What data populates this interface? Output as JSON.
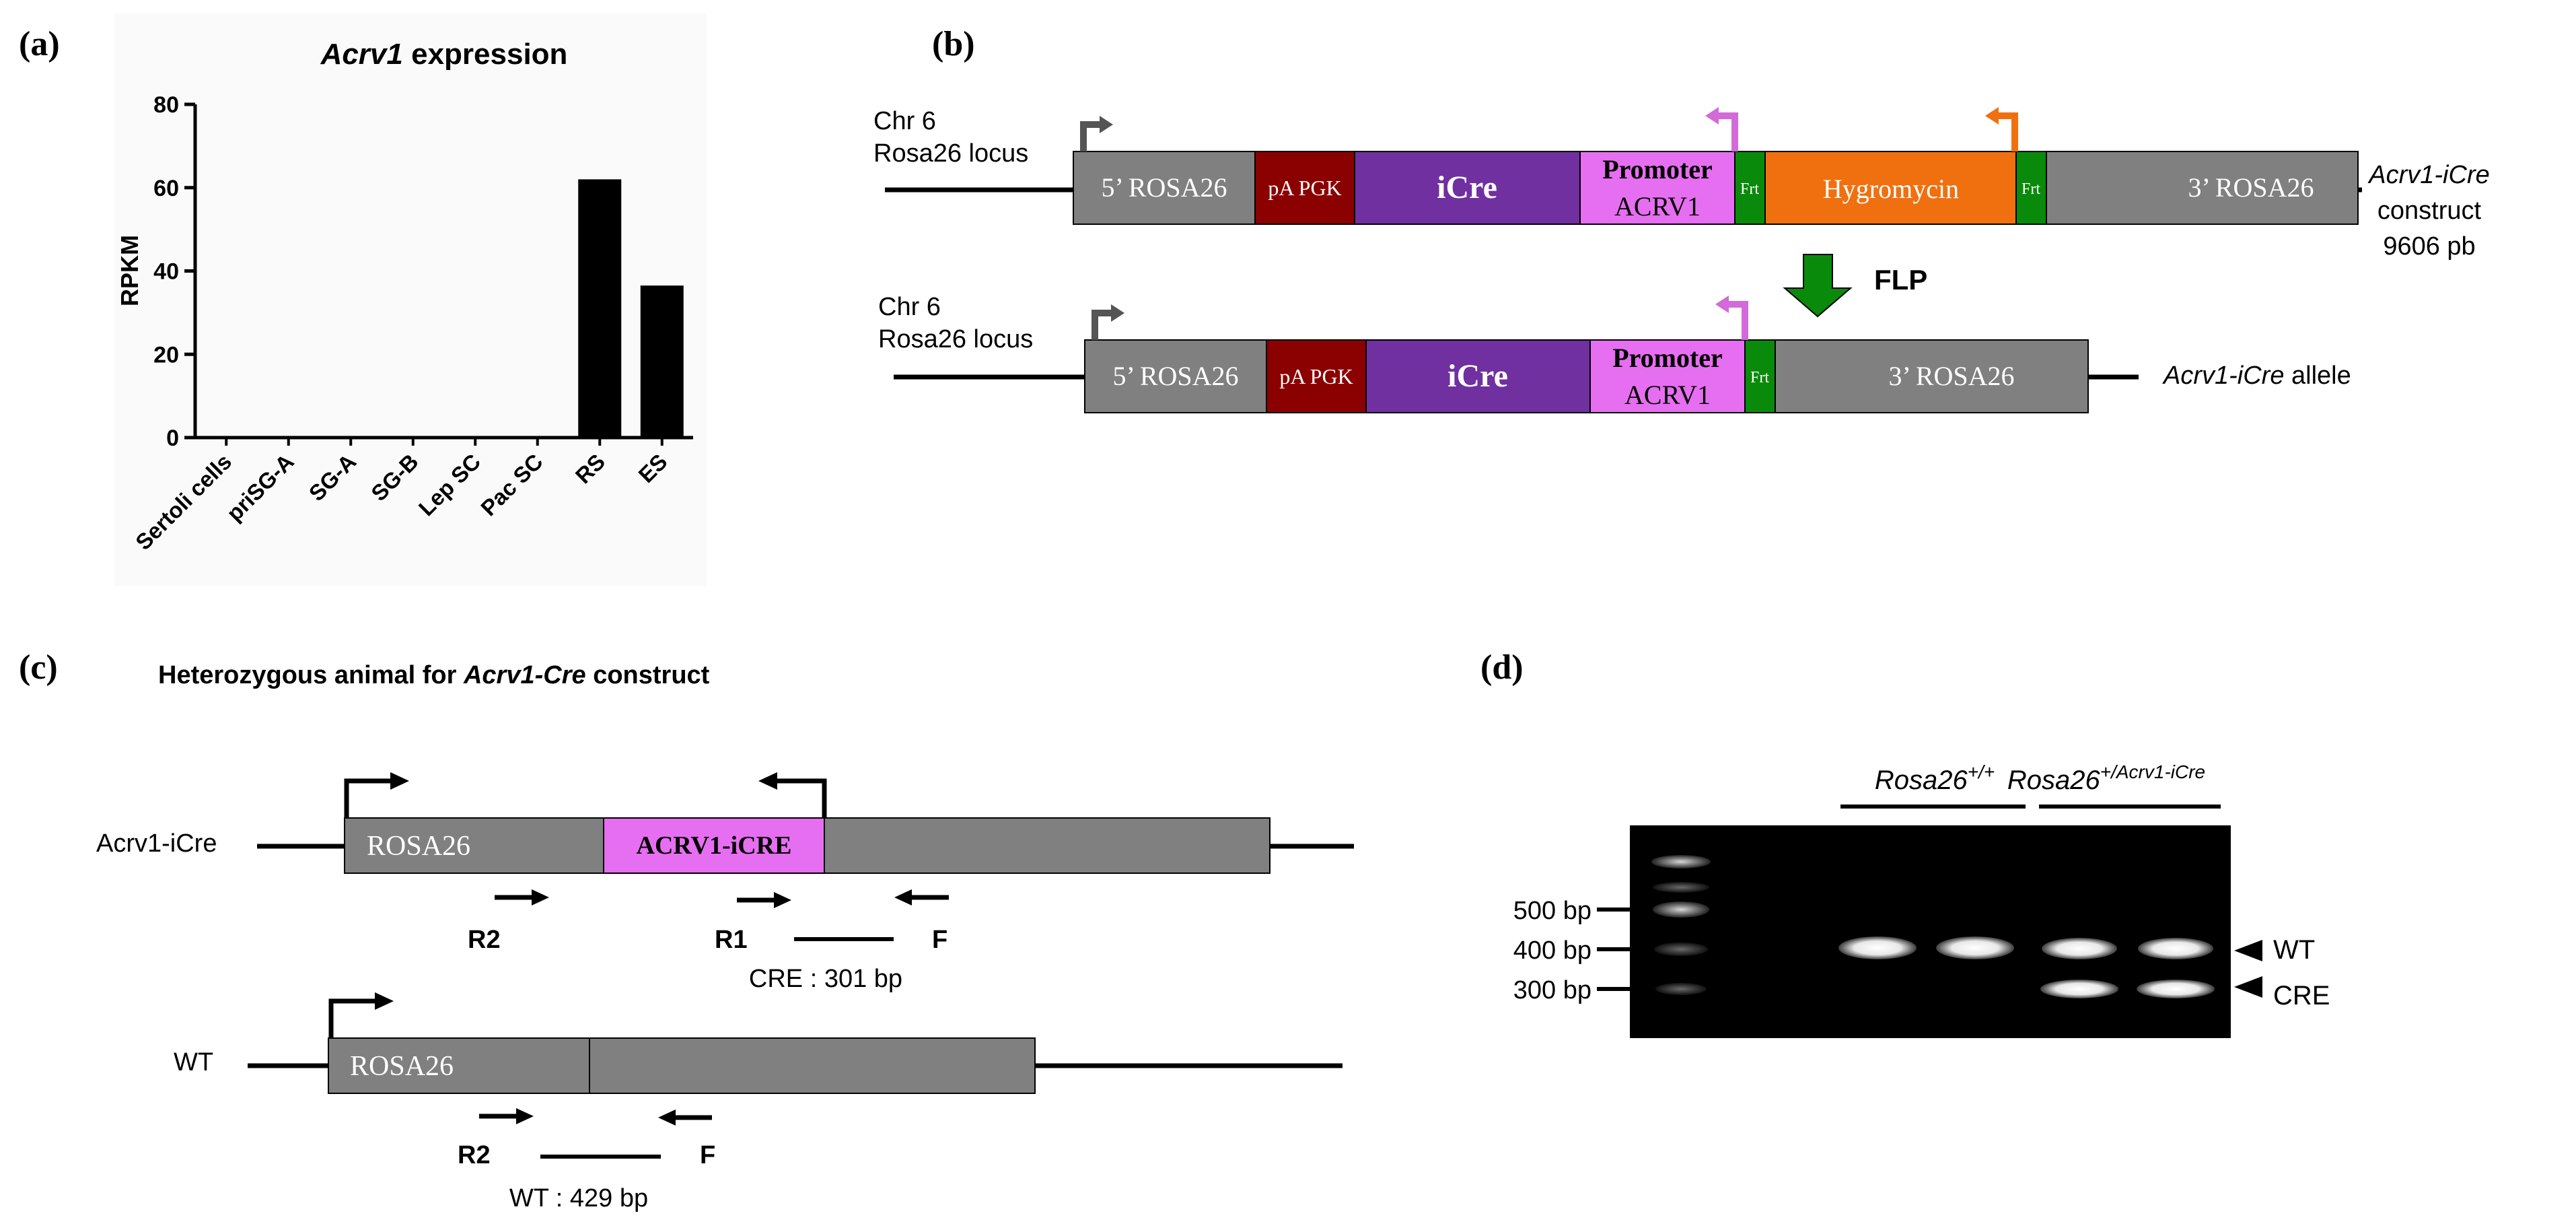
{
  "panel_labels": {
    "a": "(a)",
    "b": "(b)",
    "c": "(c)",
    "d": "(d)"
  },
  "chart_data": {
    "type": "bar",
    "title": "Acrv1 expression",
    "title_italic_part": "Acrv1",
    "title_rest": " expression",
    "ylabel": "RPKM",
    "xlabel": "",
    "ylim": [
      0,
      80
    ],
    "yticks": [
      "0",
      "20",
      "40",
      "60",
      "80"
    ],
    "categories": [
      "Sertoli cells",
      "priSG-A",
      "SG-A",
      "SG-B",
      "Lep SC",
      "Pac SC",
      "RS",
      "ES"
    ],
    "values": [
      0.3,
      0.1,
      0.1,
      0.1,
      0.3,
      0.1,
      62,
      36.5
    ],
    "bar_color": "#000000",
    "grid": false
  },
  "panel_b": {
    "construct": {
      "chr": "Chr 6",
      "locus": "Rosa26 locus",
      "blocks": {
        "rosa5": "5’ ROSA26",
        "pa_pgk": "pA PGK",
        "icre": "iCre",
        "promoter_l1": "Promoter",
        "promoter_l2": "ACRV1",
        "frt1": "Frt",
        "hygro": "Hygromycin",
        "frt2": "Frt",
        "rosa3": "3’ ROSA26"
      },
      "label_italic": "Acrv1-iCre",
      "label_l2": "construct",
      "label_l3": "9606 pb"
    },
    "flp_label": "FLP",
    "allele": {
      "chr": "Chr 6",
      "locus": "Rosa26 locus",
      "blocks": {
        "rosa5": "5’ ROSA26",
        "pa_pgk": "pA PGK",
        "icre": "iCre",
        "promoter_l1": "Promoter",
        "promoter_l2": "ACRV1",
        "frt": "Frt",
        "rosa3": "3’ ROSA26"
      },
      "label_italic": "Acrv1-iCre",
      "label_rest": " allele"
    },
    "colors": {
      "gray": "#808080",
      "darkred": "#8b0000",
      "purple": "#7030a0",
      "pink": "#e66ef0",
      "green": "#0a8a0a",
      "orange": "#f07010"
    }
  },
  "panel_c": {
    "title_pre": "Heterozygous animal for ",
    "title_italic": "Acrv1-Cre",
    "title_post": " construct",
    "row1": {
      "name": "Acrv1-iCre",
      "rosa": "ROSA26",
      "insert": "ACRV1-iCRE",
      "primers": {
        "r2": "R2",
        "r1": "R1",
        "f": "F"
      },
      "product": "CRE : 301 bp"
    },
    "row2": {
      "name": "WT",
      "rosa": "ROSA26",
      "primers": {
        "r2": "R2",
        "f": "F"
      },
      "product": "WT : 429 bp"
    }
  },
  "panel_d": {
    "group1_base": "Rosa26",
    "group1_sup": "+/+",
    "group2_base": "Rosa26",
    "group2_sup": "+/Acrv1-iCre",
    "markers": [
      "500 bp",
      "400 bp",
      "300 bp"
    ],
    "band_labels": {
      "wt": "WT",
      "cre": "CRE"
    }
  }
}
